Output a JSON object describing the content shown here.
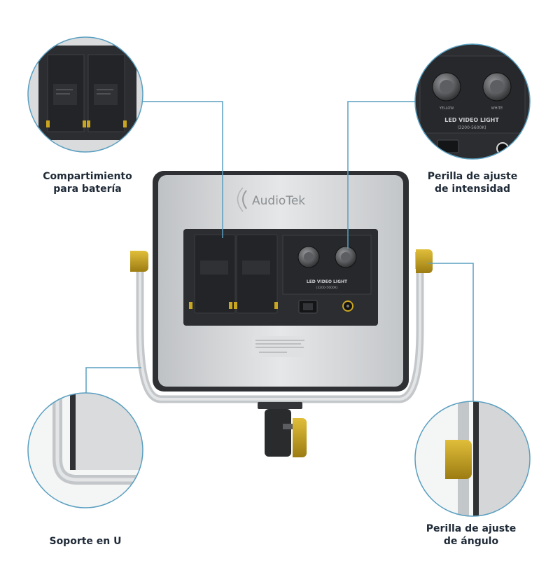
{
  "brand": "AudioTek",
  "panel_title": "LED VIDEO LIGHT",
  "panel_subtitle": "(3200-5600K)",
  "knob_labels": {
    "left": "YELLOW",
    "right": "WHITE"
  },
  "labels": {
    "battery": {
      "line1": "Compartimiento",
      "line2": "para batería"
    },
    "intensity": {
      "line1": "Perilla de ajuste",
      "line2": "de intensidad"
    },
    "u_bracket": {
      "line1": "Soporte en U"
    },
    "angle": {
      "line1": "Perilla de ajuste",
      "line2": "de ángulo"
    }
  },
  "colors": {
    "accent_line": "#5a9fc0",
    "knob_gold": "#c9a520",
    "panel_body": "#2b2d30",
    "back_plate": "#d4d6d8"
  },
  "icons": [
    "battery-slot-icon",
    "knob-icon",
    "power-switch-icon",
    "dc-port-icon"
  ]
}
